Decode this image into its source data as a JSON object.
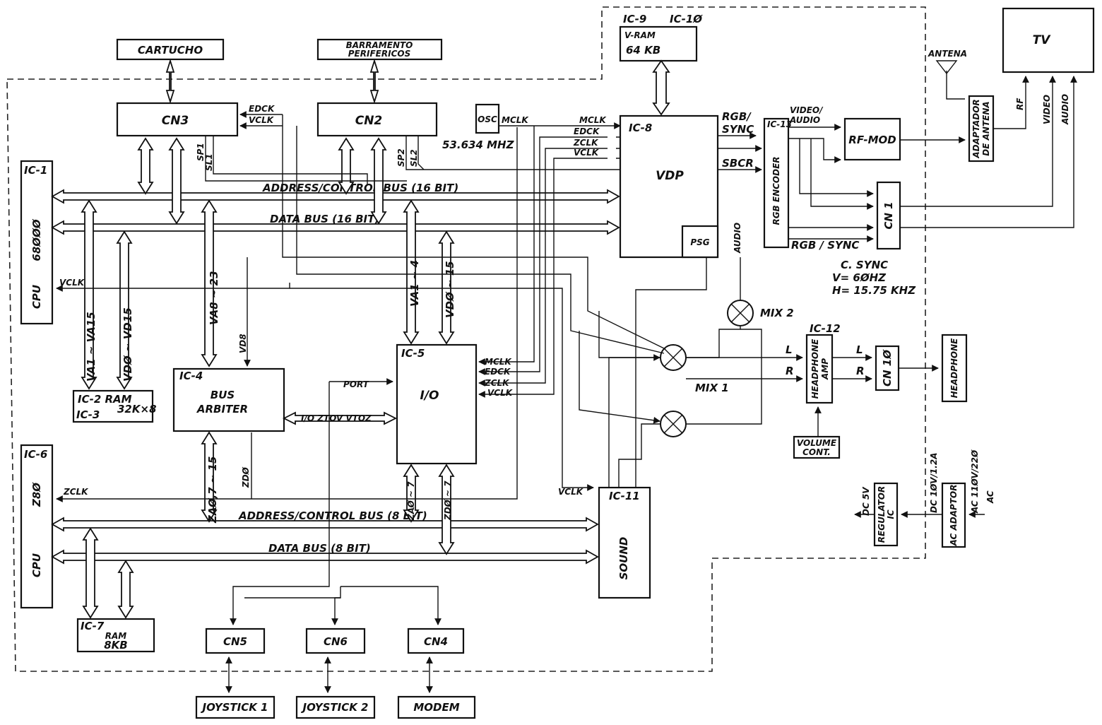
{
  "boxes": {
    "cartucho": "CARTUCHO",
    "barramento_1": "BARRAMENTO",
    "barramento_2": "PERIFERICOS",
    "cn3": "CN3",
    "cn2": "CN2",
    "osc": "OSC",
    "vram_1": "V-RAM",
    "vram_2": "64 KB",
    "ic9": "IC-9",
    "ic10": "IC-1Ø",
    "tv": "TV",
    "ic1": "IC-1",
    "cpu68k_1": "68ØØØ",
    "cpu68k_2": "CPU",
    "ic2_1": "IC-2  RAM",
    "ic2_2": "IC-3",
    "ic2_3": "32K×8",
    "ic4_1": "IC-4",
    "ic4_2": "BUS",
    "ic4_3": "ARBITER",
    "ic5_1": "IC-5",
    "ic5_2": "I/O",
    "ic8_1": "IC-8",
    "ic8_2": "VDP",
    "psg": "PSG",
    "ic6": "IC-6",
    "z80_1": "Z8Ø",
    "z80_2": "CPU",
    "ic7_1": "IC-7",
    "ic7_2": "RAM",
    "ic7_3": "8KB",
    "ic11_1": "IC-11",
    "ic11_2": "SOUND",
    "ic13": "IC-13",
    "rgb_encoder": "RGB ENCODER",
    "rfmod": "RF-MOD",
    "cn1": "CN 1",
    "adapt_1": "ADAPTADOR",
    "adapt_2": "DE ANTENA",
    "ic12": "IC-12",
    "hp_amp_1": "HEADPHONE",
    "hp_amp_2": "AMP",
    "cn10": "CN 1Ø",
    "headphone": "HEADPHONE",
    "volume_1": "VOLUME",
    "volume_2": "CONT.",
    "regulator_1": "REGULATOR",
    "regulator_2": "IC",
    "ac_adaptor": "AC ADAPTOR",
    "cn5": "CN5",
    "cn6": "CN6",
    "cn4": "CN4",
    "joystick1": "JOYSTICK 1",
    "joystick2": "JOYSTICK 2",
    "modem": "MODEM"
  },
  "buses": {
    "addr16": "ADDRESS/CONTROL BUS (16 BIT)",
    "data16": "DATA BUS (16 BIT)",
    "addr8": "ADDRESS/CONTROL BUS (8 BIT)",
    "data8": "DATA BUS (8 BIT)"
  },
  "signals": {
    "edck": "EDCK",
    "vclk": "VCLK",
    "mclk": "MCLK",
    "zclk": "ZCLK",
    "sp1": "SP1",
    "sl1": "SL1",
    "sp2": "SP2",
    "sl2": "SL2",
    "freq": "53.634 MHZ",
    "rgb_sync_1": "RGB/",
    "rgb_sync_2": "SYNC",
    "sbcr": "SBCR",
    "video_audio_1": "VIDEO/",
    "video_audio_2": "AUDIO",
    "rgb_sync_b": "RGB / SYNC",
    "audio": "AUDIO",
    "antena": "ANTENA",
    "rf": "RF",
    "video": "VIDEO",
    "audio2": "AUDIO",
    "csync_1": "C. SYNC",
    "csync_2": "V= 6ØHZ",
    "csync_3": "H= 15.75 KHZ",
    "mix1": "MIX 1",
    "mix2": "MIX 2",
    "l": "L",
    "r": "R",
    "va1": "VA1 ~ VA15",
    "vd0": "VDØ ~ VD15",
    "va8": "VA8 ~ 23",
    "vd8": "VD8",
    "va1_4": "VA1 ~ 4",
    "vd0_15": "VDØ ~ 15",
    "port": "PORT",
    "io_z": "I/O  ZTOV  VTOZ",
    "za0_15": "ZAØ,7 ~ 15",
    "zd0": "ZDØ",
    "za0_7": "ZAØ ~ 7",
    "zd0_7": "ZDØ ~ 7",
    "dc5v": "DC 5V",
    "dc10v": "DC 1ØV/1.2A",
    "ac_in": "AC 11ØV/22Ø",
    "ac": "AC"
  }
}
